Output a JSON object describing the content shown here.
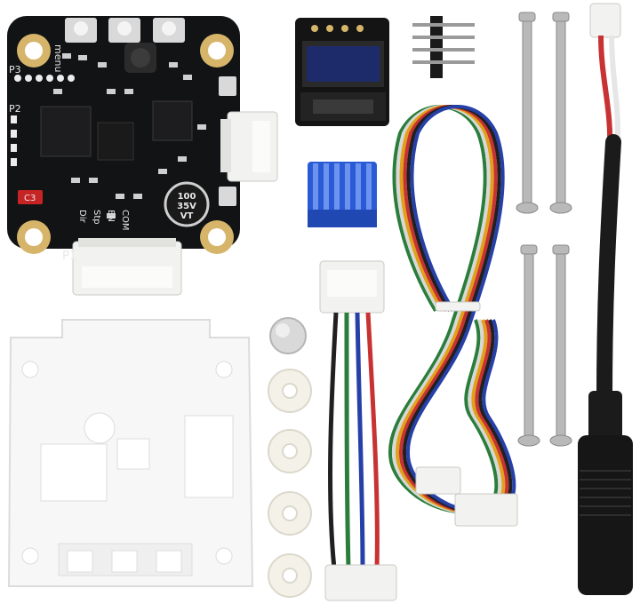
{
  "board": {
    "labels": {
      "menu": "menu",
      "p3": "P3",
      "p2": "P2",
      "p1": "P1",
      "c3": "C3",
      "en": "EN",
      "stp": "Stp",
      "dir": "Dir",
      "com": "COM"
    },
    "capacitor": {
      "line1": "100",
      "line2": "35V",
      "line3": "VT"
    },
    "colors": {
      "pcb": "#111315",
      "pad": "#d6b46a",
      "connector": "#f2f2f0"
    }
  },
  "oled": {
    "colors": {
      "screen": "#1d2b6b",
      "frame": "#141414"
    }
  },
  "heatsink": {
    "colors": {
      "body": "#2a5bd7"
    }
  },
  "wire_colors": [
    "#2a7d3a",
    "#d8d8d8",
    "#e0a21a",
    "#c83232",
    "#202020",
    "#2740a8"
  ]
}
